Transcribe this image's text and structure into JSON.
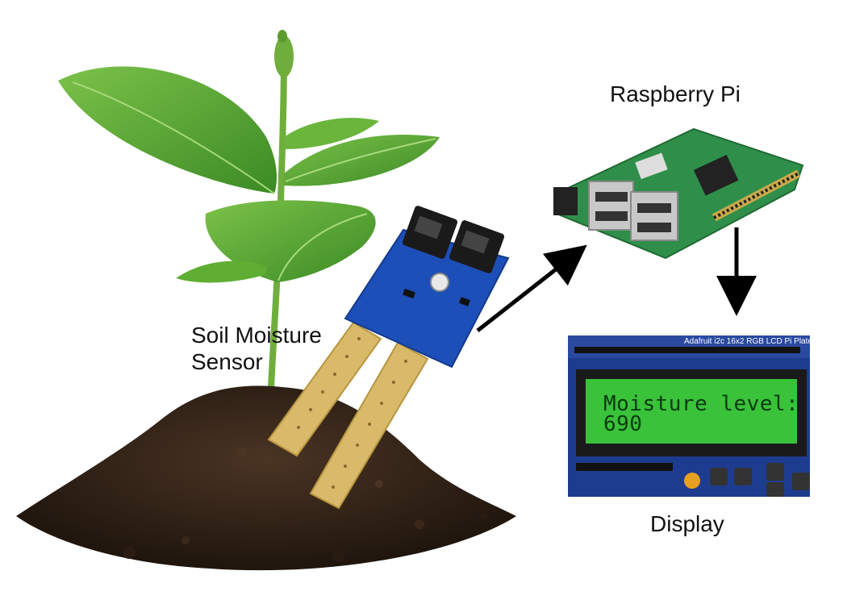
{
  "labels": {
    "sensor_line1": "Soil Moisture",
    "sensor_line2": "Sensor",
    "raspberry_pi": "Raspberry Pi",
    "display": "Display"
  },
  "lcd": {
    "brand": "Adafruit i2c 16x2 RGB LCD Pi Plate",
    "line1": "Moisture level:",
    "line2": "690"
  },
  "colors": {
    "leaf": "#5aa83a",
    "leaf_dark": "#3b7a24",
    "soil": "#2e2016",
    "sensor_board": "#1d4fb8",
    "sensor_probe": "#d9b96a",
    "pi_board": "#2f8f4a",
    "lcd_pcb": "#1e3c8f",
    "lcd_screen": "#39c23a",
    "arrow": "#000000"
  },
  "icons": [
    "plant-icon",
    "soil-icon",
    "sensor-icon",
    "raspberry-pi-icon",
    "lcd-display-icon"
  ]
}
